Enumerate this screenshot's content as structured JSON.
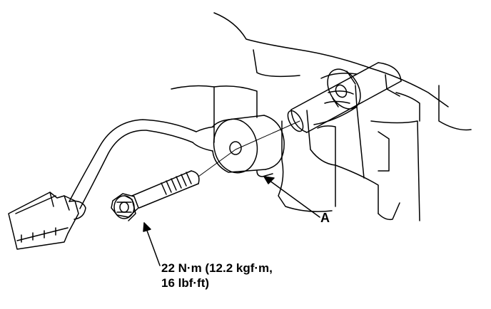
{
  "callouts": {
    "a": "A"
  },
  "torque": {
    "line1": "22 N·m (12.2 kgf·m,",
    "line2": "16 lbf·ft)"
  },
  "colors": {
    "ink": "#000000",
    "paper": "#ffffff"
  }
}
